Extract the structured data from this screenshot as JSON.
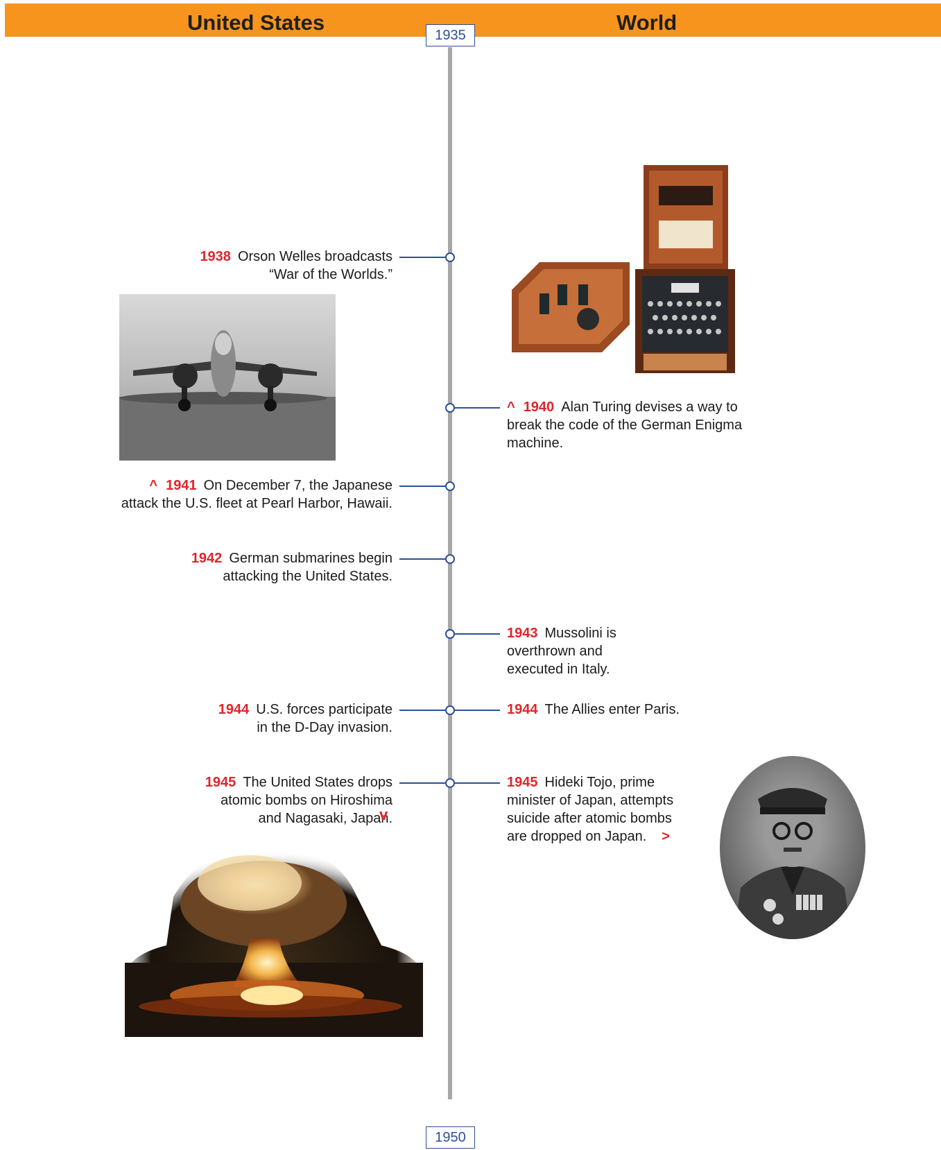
{
  "header": {
    "left_title": "United States",
    "right_title": "World",
    "color": "#f7941d"
  },
  "timeline": {
    "start_year": "1935",
    "end_year": "1950",
    "line_color": "#2e4e9b"
  },
  "events": {
    "us_1938": {
      "year": "1938",
      "line1": "Orson Welles broadcasts",
      "line2": "“War of the Worlds.”"
    },
    "us_1941": {
      "marker": "^",
      "year": "1941",
      "line1": "On December 7, the Japanese",
      "line2": "attack the U.S. fleet at Pearl Harbor, Hawaii."
    },
    "us_1942": {
      "year": "1942",
      "line1": "German submarines begin",
      "line2": "attacking the United States."
    },
    "us_1944": {
      "year": "1944",
      "line1": "U.S. forces participate",
      "line2": "in the D-Day invasion."
    },
    "us_1945": {
      "year": "1945",
      "line1": "The United States drops",
      "line2": "atomic bombs on Hiroshima",
      "line3": "and Nagasaki, Japan.",
      "marker": "v"
    },
    "w_1940": {
      "marker": "^",
      "year": "1940",
      "line1": "Alan Turing devises a way to",
      "line2": "break the code of the German Enigma",
      "line3": "machine."
    },
    "w_1943": {
      "year": "1943",
      "line1": "Mussolini is",
      "line2": "overthrown and",
      "line3": "executed in Italy."
    },
    "w_1944": {
      "year": "1944",
      "line1": "The Allies enter Paris."
    },
    "w_1945": {
      "year": "1945",
      "line1": "Hideki Tojo, prime",
      "line2": "minister of Japan, attempts",
      "line3": "suicide after atomic bombs",
      "line4": "are dropped on Japan.",
      "marker": ">"
    }
  },
  "images": {
    "airplane": "airplane-photo",
    "enigma": "enigma-machine-photo",
    "mushroom_cloud": "mushroom-cloud-photo",
    "tojo": "hideki-tojo-portrait"
  }
}
